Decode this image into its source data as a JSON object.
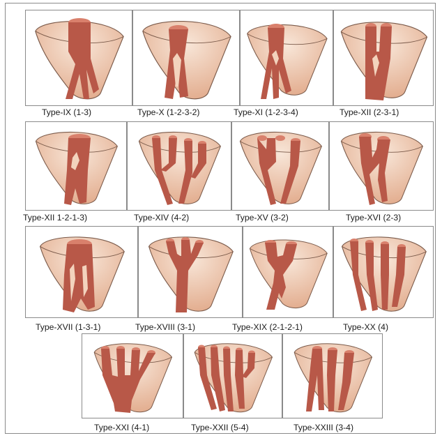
{
  "captions": {
    "t9": "Type-IX (1-3)",
    "t10": "Type-X (1-2-3-2)",
    "t11": "Type-XI (1-2-3-4)",
    "t12": "Type-XII (2-3-1)",
    "t13": "Type-XII 1-2-1-3)",
    "t14": "Type-XIV (4-2)",
    "t15": "Type-XV (3-2)",
    "t16": "Type-XVI (2-3)",
    "t17": "Type-XVII (1-3-1)",
    "t18": "Type-XVIII (3-1)",
    "t19": "Type-XIX (2-1-2-1)",
    "t20": "Type-XX (4)",
    "t21": "Type-XXI (4-1)",
    "t22": "Type-XXII (5-4)",
    "t23": "Type-XXIII (3-4)"
  },
  "colors": {
    "tooth_fill": "#f3d3bd",
    "tooth_shade": "#e2a98a",
    "canal": "#b85848",
    "canal_top": "#d9806c",
    "panel_border": "#8a8a8a"
  },
  "icons": [
    "tooth-root-diagram"
  ]
}
